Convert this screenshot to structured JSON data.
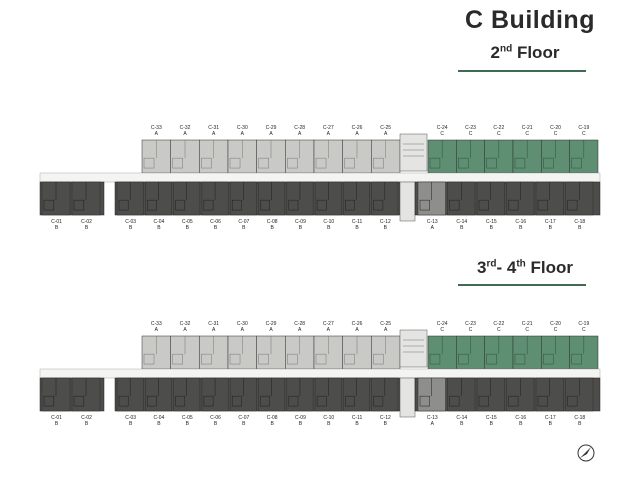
{
  "title": "C Building",
  "floors": [
    {
      "num": "2",
      "suffix": "nd",
      "num2": "",
      "suffix2": "",
      "rest": "Floor"
    },
    {
      "num": "3",
      "suffix": "rd",
      "num2": "- 4",
      "suffix2": "th",
      "rest": "Floor"
    }
  ],
  "top_units": [
    {
      "code": "C-33",
      "type": "A"
    },
    {
      "code": "C-32",
      "type": "A"
    },
    {
      "code": "C-31",
      "type": "A"
    },
    {
      "code": "C-30",
      "type": "A"
    },
    {
      "code": "C-29",
      "type": "A"
    },
    {
      "code": "C-28",
      "type": "A"
    },
    {
      "code": "C-27",
      "type": "A"
    },
    {
      "code": "C-26",
      "type": "A"
    },
    {
      "code": "C-25",
      "type": "A"
    }
  ],
  "top_green_units": [
    {
      "code": "C-24",
      "type": "C"
    },
    {
      "code": "C-23",
      "type": "C"
    },
    {
      "code": "C-22",
      "type": "C"
    },
    {
      "code": "C-21",
      "type": "C"
    },
    {
      "code": "C-20",
      "type": "C"
    },
    {
      "code": "C-19",
      "type": "C"
    }
  ],
  "bottom_units": [
    {
      "code": "C-01",
      "type": "B"
    },
    {
      "code": "C-02",
      "type": "B"
    },
    {
      "code": "C-03",
      "type": "B"
    },
    {
      "code": "C-04",
      "type": "B"
    },
    {
      "code": "C-05",
      "type": "B"
    },
    {
      "code": "C-06",
      "type": "B"
    },
    {
      "code": "C-07",
      "type": "B"
    },
    {
      "code": "C-08",
      "type": "B"
    },
    {
      "code": "C-09",
      "type": "B"
    },
    {
      "code": "C-10",
      "type": "B"
    },
    {
      "code": "C-11",
      "type": "B"
    },
    {
      "code": "C-12",
      "type": "B"
    },
    {
      "code": "C-13",
      "type": "A"
    },
    {
      "code": "C-14",
      "type": "B"
    },
    {
      "code": "C-15",
      "type": "B"
    },
    {
      "code": "C-16",
      "type": "B"
    },
    {
      "code": "C-17",
      "type": "B"
    },
    {
      "code": "C-18",
      "type": "B"
    }
  ],
  "colors": {
    "dark_unit": "#4d4d4b",
    "light_unit": "#c9c9c6",
    "green_unit": "#5e8f72",
    "accent_line": "#3f6b52",
    "core": "#e4e4e2"
  },
  "compass_icon": "north-arrow-icon"
}
